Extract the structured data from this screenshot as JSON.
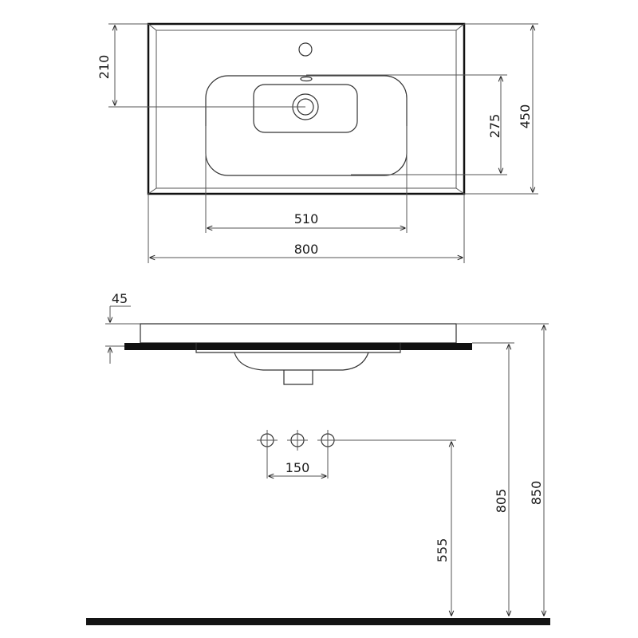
{
  "top_view": {
    "width_overall": "800",
    "depth_overall": "450",
    "bowl_width": "510",
    "bowl_depth": "275",
    "tap_hole_offset": "210"
  },
  "side_view": {
    "slab_thickness": "45",
    "valve_spacing": "150",
    "valve_height": "555",
    "underside_height": "805",
    "top_height": "850"
  },
  "colors": {
    "ink": "#111111",
    "floor": "#141414"
  }
}
